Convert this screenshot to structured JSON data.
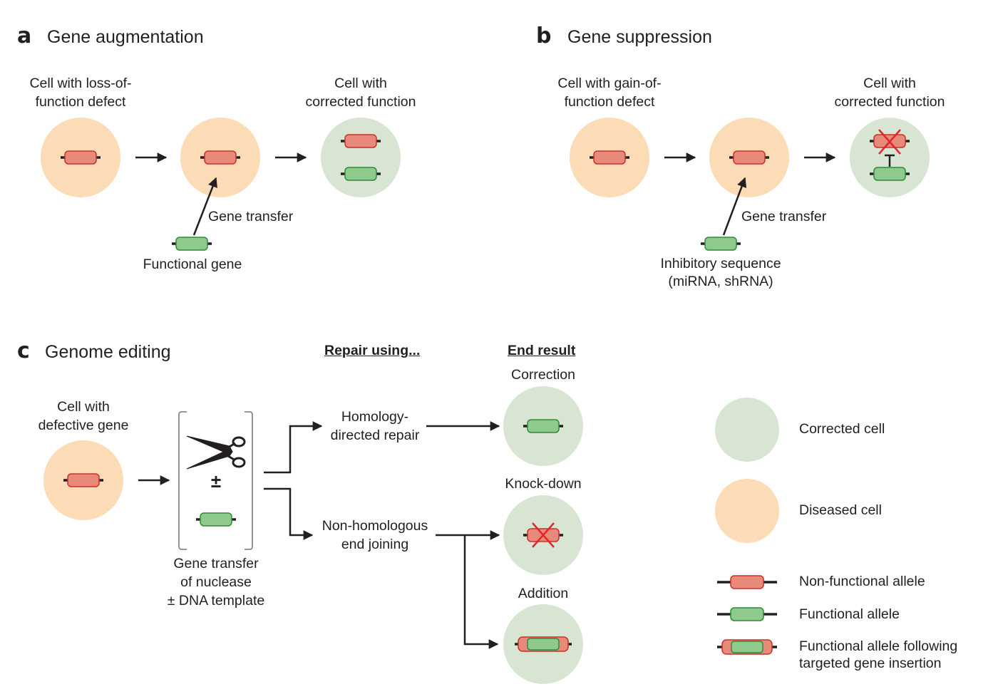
{
  "panels": {
    "a": {
      "letter": "a",
      "title": "Gene augmentation",
      "start_label": "Cell with loss-of-\nfunction defect",
      "end_label": "Cell with\ncorrected function",
      "transfer_label": "Gene transfer",
      "gene_label": "Functional gene"
    },
    "b": {
      "letter": "b",
      "title": "Gene suppression",
      "start_label": "Cell with gain-of-\nfunction defect",
      "end_label": "Cell with\ncorrected function",
      "transfer_label": "Gene transfer",
      "gene_label": "Inhibitory sequence\n(miRNA, shRNA)"
    },
    "c": {
      "letter": "c",
      "title": "Genome editing",
      "repair_header": "Repair using...",
      "result_header": "End result",
      "start_label": "Cell with\ndefective gene",
      "plus_minus": "±",
      "transfer_label": "Gene transfer\nof nuclease\n± DNA template",
      "hdr_label": "Homology-\ndirected repair",
      "nhej_label": "Non-homologous\nend joining",
      "results": [
        "Correction",
        "Knock-down",
        "Addition"
      ]
    }
  },
  "legend": {
    "corrected_cell": "Corrected cell",
    "diseased_cell": "Diseased cell",
    "nonfunctional_allele": "Non-functional allele",
    "functional_allele": "Functional allele",
    "inserted_allele": "Functional allele following\ntargeted gene insertion"
  },
  "colors": {
    "diseased_cell": "#fcdcb6",
    "corrected_cell": "#d8e5d3",
    "nonfunctional_fill": "#e88a7a",
    "nonfunctional_stroke": "#c8312b",
    "functional_fill": "#8fca8c",
    "functional_stroke": "#2e8b3a",
    "x_mark": "#e0262b",
    "ink": "#231f20"
  }
}
